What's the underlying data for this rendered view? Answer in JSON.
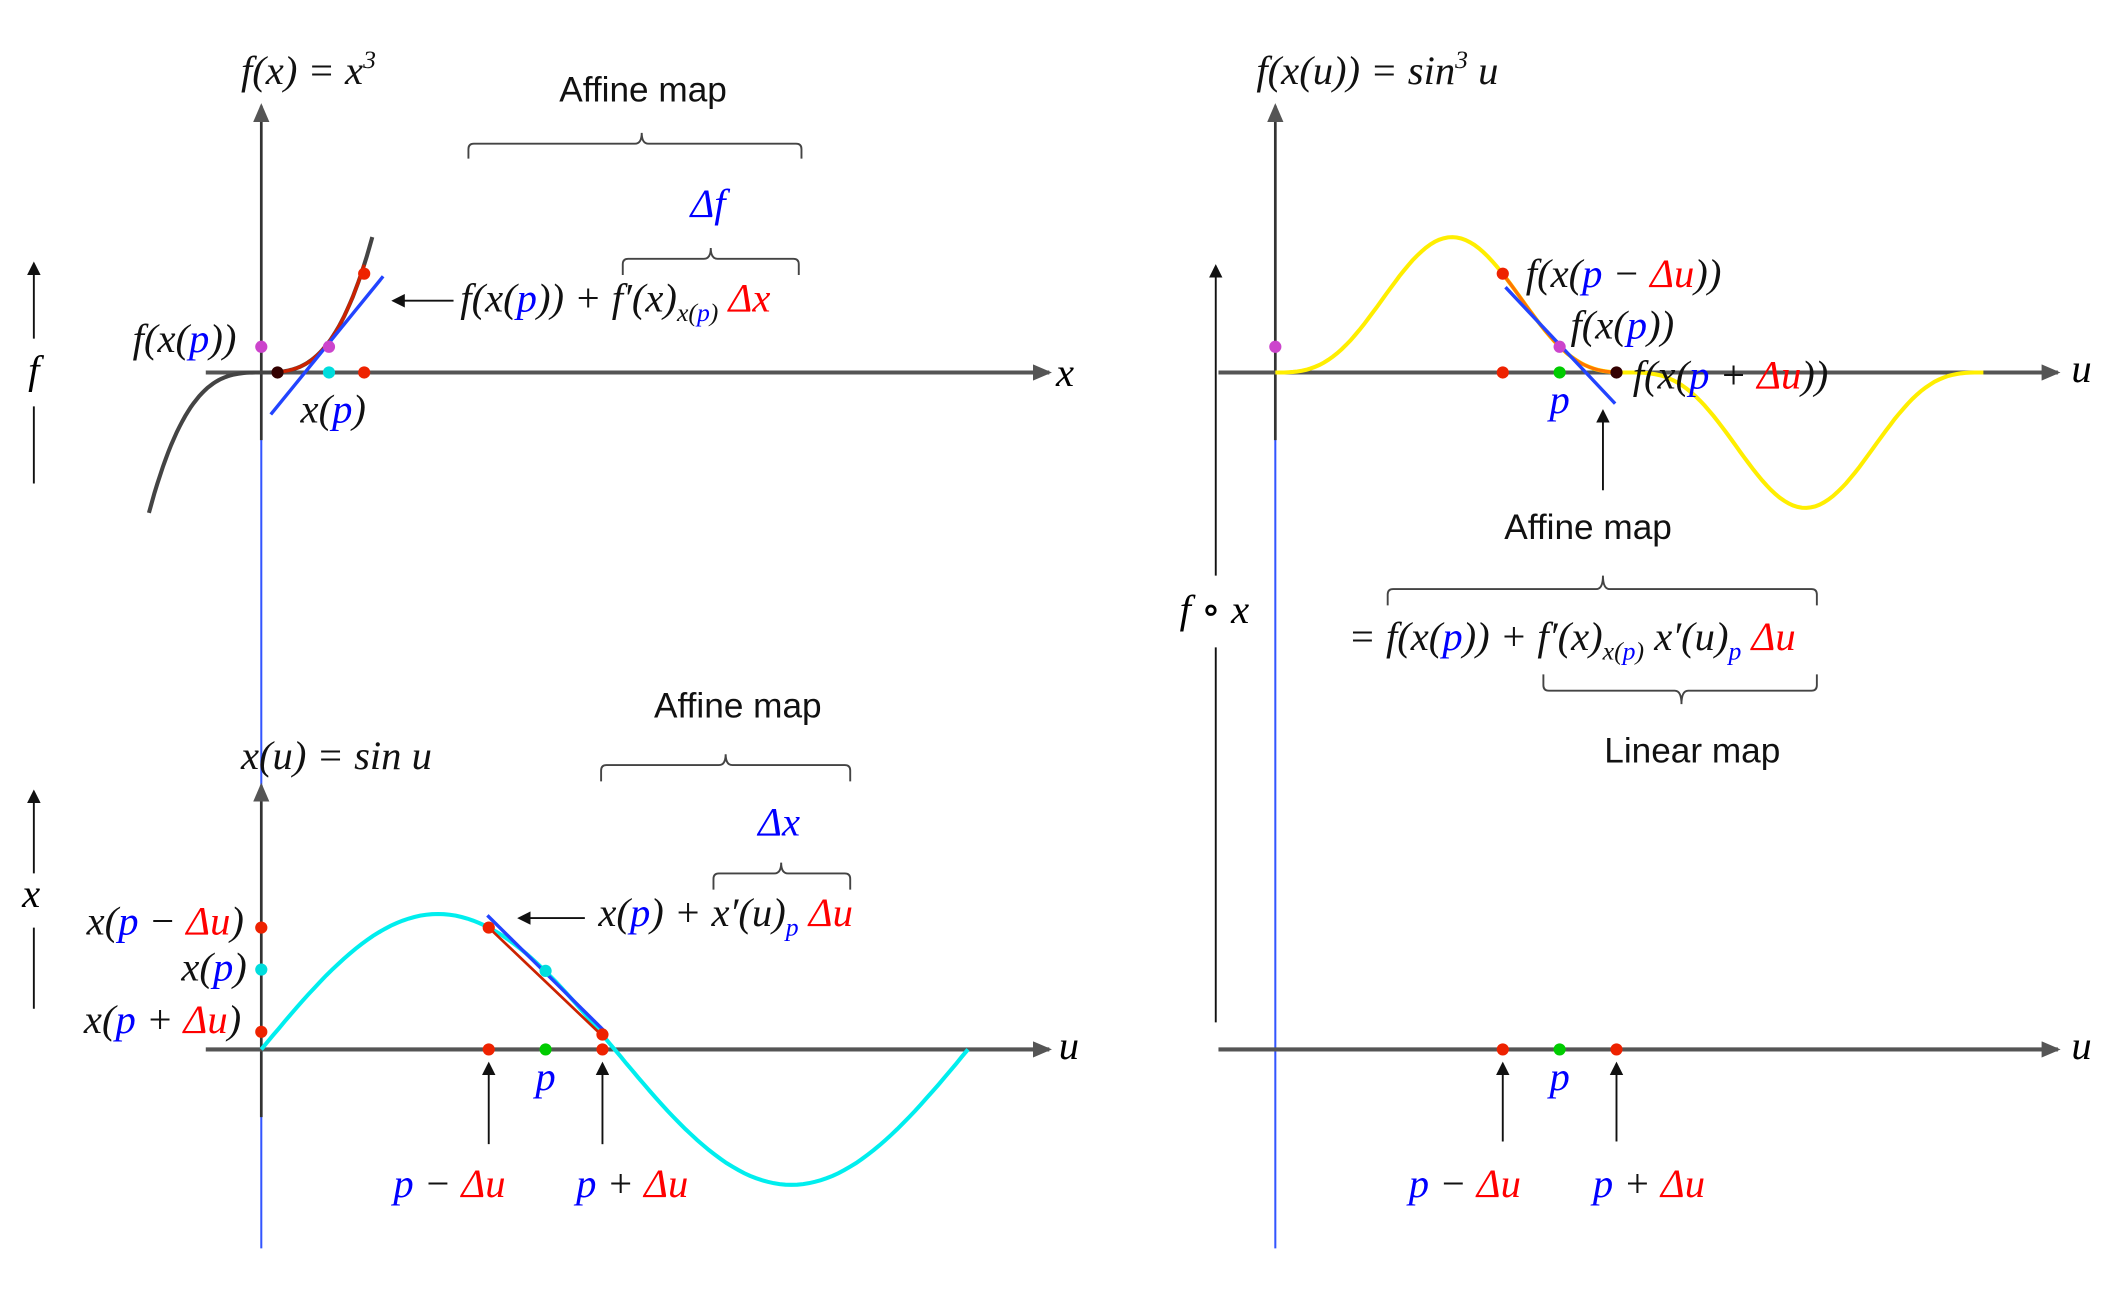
{
  "colors": {
    "k": "#111111",
    "b": "#0000ff",
    "r": "#ff0000",
    "cyan": "#00ffff",
    "yellow": "#ffff00",
    "orange": "#ff8800",
    "green": "#00cc00",
    "magenta": "#cc44cc",
    "axis_blue": "#3355ff"
  },
  "top_left": {
    "title": [
      {
        "t": "f(x) = x"
      },
      {
        "t": "3",
        "sup": true
      }
    ],
    "x_axis_label": "x",
    "side_label": "f",
    "affine_label": "Affine map",
    "delta_f": [
      {
        "t": "Δf",
        "c": "b"
      }
    ],
    "formula": [
      {
        "t": "f(x("
      },
      {
        "t": "p",
        "c": "b"
      },
      {
        "t": ")) + f′(x)"
      },
      {
        "t": "x(",
        "sub": true
      },
      {
        "t": "p",
        "c": "b",
        "sub": true
      },
      {
        "t": ")",
        "sub": true
      },
      {
        "t": " "
      },
      {
        "t": "Δx",
        "c": "r"
      }
    ],
    "fxp_label": [
      {
        "t": "f(x("
      },
      {
        "t": "p",
        "c": "b"
      },
      {
        "t": "))"
      }
    ],
    "xp_label": [
      {
        "t": "x("
      },
      {
        "t": "p",
        "c": "b"
      },
      {
        "t": ")"
      }
    ]
  },
  "bottom_left": {
    "title": [
      {
        "t": "x(u) = sin u"
      }
    ],
    "u_axis_label": "u",
    "side_label": "x",
    "affine_label": "Affine map",
    "delta_x": [
      {
        "t": "Δx",
        "c": "b"
      }
    ],
    "formula": [
      {
        "t": "x("
      },
      {
        "t": "p",
        "c": "b"
      },
      {
        "t": ") + x′(u)"
      },
      {
        "t": "p",
        "c": "b",
        "sub": true
      },
      {
        "t": " "
      },
      {
        "t": "Δu",
        "c": "r"
      }
    ],
    "x_minus_label": [
      {
        "t": "x("
      },
      {
        "t": "p",
        "c": "b"
      },
      {
        "t": " − "
      },
      {
        "t": "Δu",
        "c": "r"
      },
      {
        "t": ")"
      }
    ],
    "x_p_label": [
      {
        "t": "x("
      },
      {
        "t": "p",
        "c": "b"
      },
      {
        "t": ")"
      }
    ],
    "x_plus_label": [
      {
        "t": "x("
      },
      {
        "t": "p",
        "c": "b"
      },
      {
        "t": " + "
      },
      {
        "t": "Δu",
        "c": "r"
      },
      {
        "t": ")"
      }
    ],
    "p_label": [
      {
        "t": "p",
        "c": "b"
      }
    ],
    "p_minus_label": [
      {
        "t": "p",
        "c": "b"
      },
      {
        "t": " − "
      },
      {
        "t": "Δu",
        "c": "r"
      }
    ],
    "p_plus_label": [
      {
        "t": "p",
        "c": "b"
      },
      {
        "t": " + "
      },
      {
        "t": "Δu",
        "c": "r"
      }
    ]
  },
  "right": {
    "title": [
      {
        "t": "f(x(u)) = sin"
      },
      {
        "t": "3",
        "sup": true
      },
      {
        "t": " u"
      }
    ],
    "u_axis_label": "u",
    "side_label": "f ∘ x",
    "f_minus_label": [
      {
        "t": "f(x("
      },
      {
        "t": "p",
        "c": "b"
      },
      {
        "t": " − "
      },
      {
        "t": "Δu",
        "c": "r"
      },
      {
        "t": "))"
      }
    ],
    "f_p_label": [
      {
        "t": "f(x("
      },
      {
        "t": "p",
        "c": "b"
      },
      {
        "t": "))"
      }
    ],
    "f_plus_label": [
      {
        "t": "f(x("
      },
      {
        "t": "p",
        "c": "b"
      },
      {
        "t": " + "
      },
      {
        "t": "Δu",
        "c": "r"
      },
      {
        "t": "))"
      }
    ],
    "p_label_top": [
      {
        "t": "p",
        "c": "b"
      }
    ],
    "affine_label": "Affine map",
    "formula": [
      {
        "t": "= f(x("
      },
      {
        "t": "p",
        "c": "b"
      },
      {
        "t": ")) + f′(x)"
      },
      {
        "t": "x(",
        "sub": true
      },
      {
        "t": "p",
        "c": "b",
        "sub": true
      },
      {
        "t": ")",
        "sub": true
      },
      {
        "t": " x′(u)"
      },
      {
        "t": "p",
        "c": "b",
        "sub": true
      },
      {
        "t": " "
      },
      {
        "t": "Δu",
        "c": "r"
      }
    ],
    "linear_label": "Linear map",
    "p_label": [
      {
        "t": "p",
        "c": "b"
      }
    ],
    "p_minus_label": [
      {
        "t": "p",
        "c": "b"
      },
      {
        "t": " − "
      },
      {
        "t": "Δu",
        "c": "r"
      }
    ],
    "p_plus_label": [
      {
        "t": "p",
        "c": "b"
      },
      {
        "t": " + "
      },
      {
        "t": "Δu",
        "c": "r"
      }
    ]
  }
}
